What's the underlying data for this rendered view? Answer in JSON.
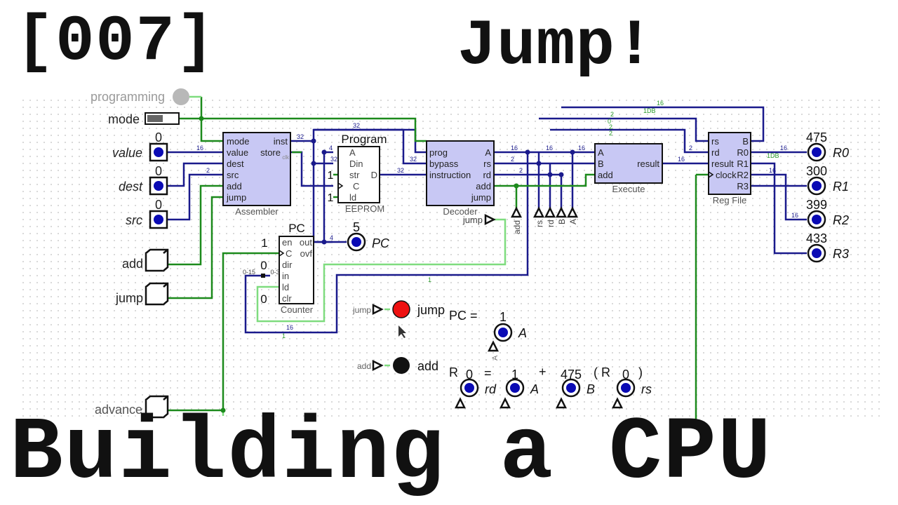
{
  "titles": {
    "episode": "[007]",
    "heading": "Jump!",
    "series": "Building a CPU"
  },
  "inputs": {
    "programming": "programming",
    "mode": "mode",
    "value": {
      "label": "value",
      "val": "0"
    },
    "dest": {
      "label": "dest",
      "val": "0"
    },
    "src": {
      "label": "src",
      "val": "0"
    },
    "add": "add",
    "jump": "jump",
    "advance": "advance"
  },
  "assembler": {
    "ports": [
      "mode",
      "value",
      "dest",
      "src",
      "add",
      "jump"
    ],
    "outs": [
      "inst",
      "store"
    ],
    "out_sub": "clk",
    "name": "Assembler"
  },
  "program": {
    "title": "Program",
    "ports": [
      "A",
      "Din",
      "str",
      "C",
      "ld"
    ],
    "out": "D",
    "name": "EEPROM",
    "str_val": "1",
    "ld_val": "1"
  },
  "decoder": {
    "ports": [
      "prog",
      "bypass",
      "instruction"
    ],
    "outs": [
      "A",
      "rs",
      "rd",
      "add",
      "jump"
    ],
    "name": "Decoder"
  },
  "execute": {
    "ports": [
      "A",
      "B",
      "add"
    ],
    "out": "result",
    "name": "Execute"
  },
  "regfile": {
    "ports": [
      "rs",
      "rd",
      "result",
      "clock"
    ],
    "outs": [
      "B",
      "R0",
      "R1",
      "R2",
      "R3"
    ],
    "name": "Reg File"
  },
  "pc": {
    "title": "PC",
    "ports": [
      "en",
      "C",
      "dir",
      "in",
      "ld",
      "clr"
    ],
    "outs": [
      "out",
      "ovf"
    ],
    "name": "Counter",
    "en_val": "1",
    "dir_val": "0",
    "clr_val": "0",
    "range1": "0-15",
    "range2": "0-3"
  },
  "outputs": {
    "pc": {
      "label": "PC",
      "value": "5"
    },
    "r0": {
      "label": "R0",
      "value": "475"
    },
    "r1": {
      "label": "R1",
      "value": "300"
    },
    "r2": {
      "label": "R2",
      "value": "399"
    },
    "r3": {
      "label": "R3",
      "value": "433"
    }
  },
  "tunnels": [
    "add",
    "rs",
    "rd",
    "B",
    "A"
  ],
  "jump_tunnel": "jump",
  "status": {
    "jump_label": "jump",
    "jump_tunnel": "jump",
    "add_label": "add",
    "add_tunnel": "add",
    "pc_eq": "PC =",
    "pc_val": "1",
    "pc_probe": "A",
    "pc_tunnel": "A",
    "r_prefix": "R",
    "rd_val": "0",
    "eq": "=",
    "a_val": "1",
    "plus": "+",
    "b_val": "475",
    "paren_open": "( R",
    "rs_val": "0",
    "paren_close": ")",
    "rd_label": "rd",
    "a_label": "A",
    "b_label": "B",
    "rs_label": "rs"
  },
  "bus_widths": [
    "32",
    "32",
    "32",
    "32",
    "32",
    "16",
    "16",
    "16",
    "16",
    "2",
    "2",
    "2",
    "2",
    "4",
    "4",
    "16",
    "16",
    "16",
    "16",
    "16"
  ],
  "wire_annotations": [
    "1DB",
    "16",
    "1DB",
    "2",
    "0",
    "2",
    "2",
    "1",
    "1"
  ],
  "colors": {
    "wire_high": "#1c8a1c",
    "wire_low": "#7fdc7f",
    "bus": "#1a1a8c",
    "component": "#c8c8f4",
    "pin": "#0a0ab4",
    "led_on": "#ee1111"
  }
}
